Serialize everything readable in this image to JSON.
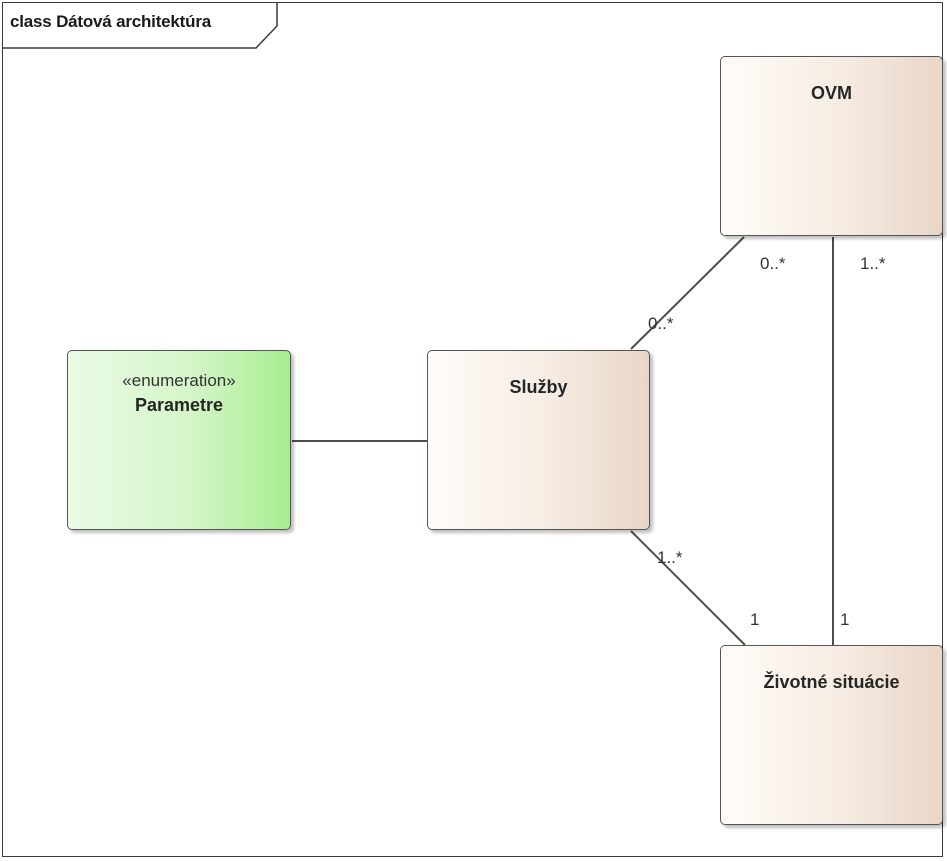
{
  "frame": {
    "title": "class Dátová architektúra"
  },
  "classes": {
    "ovm": {
      "name": "OVM"
    },
    "sluzby": {
      "name": "Služby"
    },
    "parametre": {
      "stereotype": "«enumeration»",
      "name": "Parametre"
    },
    "zivotne": {
      "name": "Životné situácie"
    }
  },
  "associations": {
    "ovm_sluzby": {
      "ovm_end": "0..*",
      "sluzby_end": "0..*"
    },
    "ovm_zivotne": {
      "ovm_end": "1..*",
      "zivotne_end": "1"
    },
    "sluzby_zivotne": {
      "sluzby_end": "1..*",
      "zivotne_end": "1"
    }
  },
  "colors": {
    "class_fill_end": "#e9d6c6",
    "enum_fill_end": "#a8ec8f",
    "line": "#4d4d4d"
  }
}
